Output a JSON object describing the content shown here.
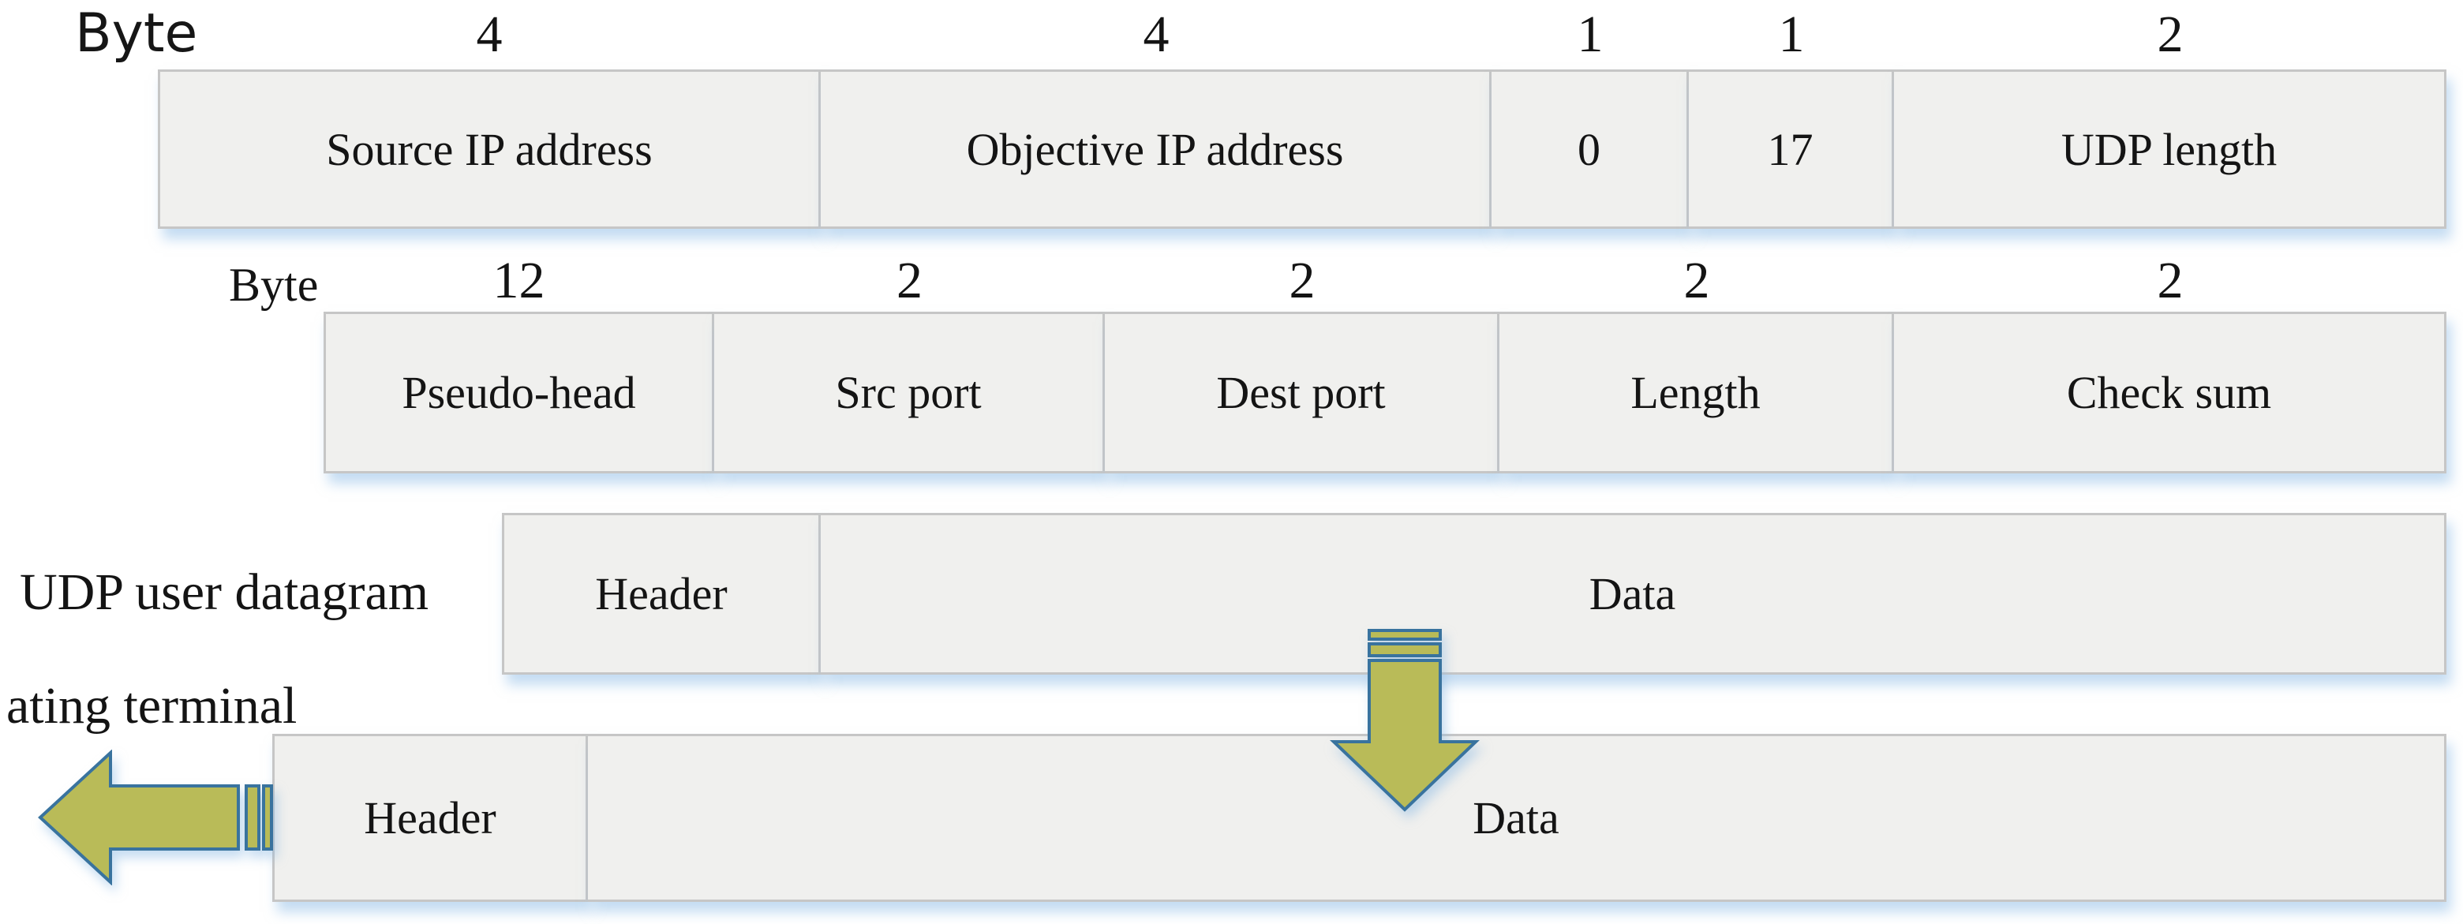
{
  "row1": {
    "byte_label": "Byte",
    "fields": [
      {
        "size": "4",
        "label": "Source IP address"
      },
      {
        "size": "4",
        "label": "Objective IP address"
      },
      {
        "size": "1",
        "label": "0"
      },
      {
        "size": "1",
        "label": "17"
      },
      {
        "size": "2",
        "label": "UDP length"
      }
    ]
  },
  "row2": {
    "byte_label": "Byte",
    "fields": [
      {
        "size": "12",
        "label": "Pseudo-head"
      },
      {
        "size": "2",
        "label": "Src port"
      },
      {
        "size": "2",
        "label": "Dest port"
      },
      {
        "size": "2",
        "label": "Length"
      },
      {
        "size": "2",
        "label": "Check sum"
      }
    ]
  },
  "udp_row": {
    "label": "UDP user datagram",
    "header": "Header",
    "data": "Data"
  },
  "terminal_row": {
    "label": "ating terminal",
    "header": "Header",
    "data": "Data"
  },
  "icons": {
    "down_arrow": "striped-down-arrow",
    "left_arrow": "striped-left-arrow"
  },
  "colors": {
    "arrow_fill": "#b9bb58",
    "arrow_stroke": "#39739e",
    "box_fill": "#f0f0ee",
    "box_border": "#c6c6c6",
    "shadow_blue": "#94bfe7",
    "text": "#141414"
  }
}
